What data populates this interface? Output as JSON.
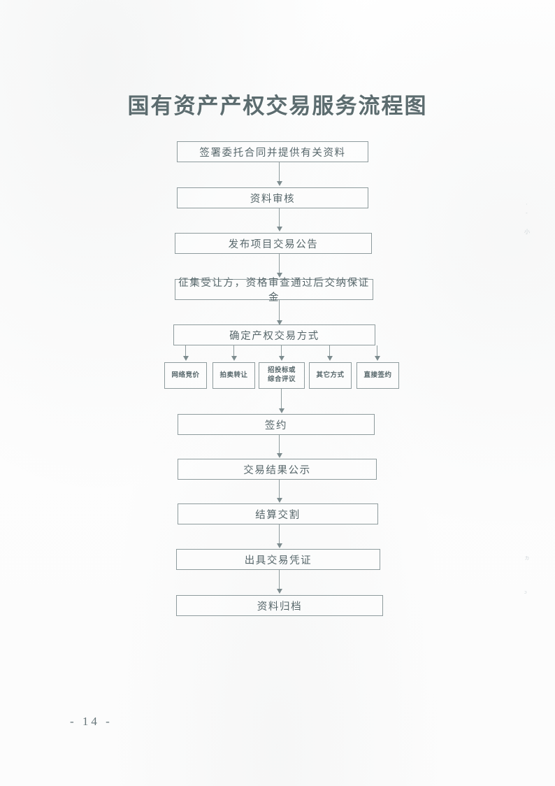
{
  "document": {
    "title": "国有资产产权交易服务流程图",
    "page_number": "- 14 -"
  },
  "chart_data": {
    "type": "diagram",
    "diagram_kind": "flowchart",
    "title": "国有资产产权交易服务流程图",
    "orientation": "top-to-bottom",
    "nodes": [
      {
        "id": "n1",
        "label": "签署委托合同并提供有关资料",
        "shape": "rect",
        "level": 1
      },
      {
        "id": "n2",
        "label": "资料审核",
        "shape": "rect",
        "level": 2
      },
      {
        "id": "n3",
        "label": "发布项目交易公告",
        "shape": "rect",
        "level": 3
      },
      {
        "id": "n4",
        "label": "征集受让方，资格审查通过后交纳保证金",
        "shape": "rect",
        "level": 4
      },
      {
        "id": "n5",
        "label": "确定产权交易方式",
        "shape": "rect",
        "level": 5
      },
      {
        "id": "b1",
        "label": "网络竞价",
        "shape": "rect",
        "level": 6
      },
      {
        "id": "b2",
        "label": "拍卖转让",
        "shape": "rect",
        "level": 6
      },
      {
        "id": "b3",
        "label": "招投标或",
        "label_line2": "综合评议",
        "shape": "rect",
        "level": 6
      },
      {
        "id": "b4",
        "label": "其它方式",
        "shape": "rect",
        "level": 6
      },
      {
        "id": "b5",
        "label": "直接签约",
        "shape": "rect",
        "level": 6
      },
      {
        "id": "n7",
        "label": "签约",
        "shape": "rect",
        "level": 7
      },
      {
        "id": "n8",
        "label": "交易结果公示",
        "shape": "rect",
        "level": 8
      },
      {
        "id": "n9",
        "label": "结算交割",
        "shape": "rect",
        "level": 9
      },
      {
        "id": "n10",
        "label": "出具交易凭证",
        "shape": "rect",
        "level": 10
      },
      {
        "id": "n11",
        "label": "资料归档",
        "shape": "rect",
        "level": 11
      }
    ],
    "edges": [
      {
        "from": "n1",
        "to": "n2",
        "arrow": true
      },
      {
        "from": "n2",
        "to": "n3",
        "arrow": true
      },
      {
        "from": "n3",
        "to": "n4",
        "arrow": true
      },
      {
        "from": "n4",
        "to": "n5",
        "arrow": true
      },
      {
        "from": "n5",
        "to": "b1",
        "arrow": true
      },
      {
        "from": "n5",
        "to": "b2",
        "arrow": true
      },
      {
        "from": "n5",
        "to": "b3",
        "arrow": true
      },
      {
        "from": "n5",
        "to": "b4",
        "arrow": true
      },
      {
        "from": "n5",
        "to": "b5",
        "arrow": true
      },
      {
        "from": "b3",
        "to": "n7",
        "arrow": true
      },
      {
        "from": "n7",
        "to": "n8",
        "arrow": true
      },
      {
        "from": "n8",
        "to": "n9",
        "arrow": true
      },
      {
        "from": "n9",
        "to": "n10",
        "arrow": true
      },
      {
        "from": "n10",
        "to": "n11",
        "arrow": true
      }
    ],
    "colors": {
      "line": "#8e9b9d",
      "text": "#56666a",
      "title": "#5c6c6f",
      "background": "#fefefe"
    }
  },
  "margin_marks": {
    "mark_a": "·",
    "mark_b": "-",
    "mark_c": "小",
    "mark_d": "ヵ",
    "mark_e": "ɔ"
  }
}
